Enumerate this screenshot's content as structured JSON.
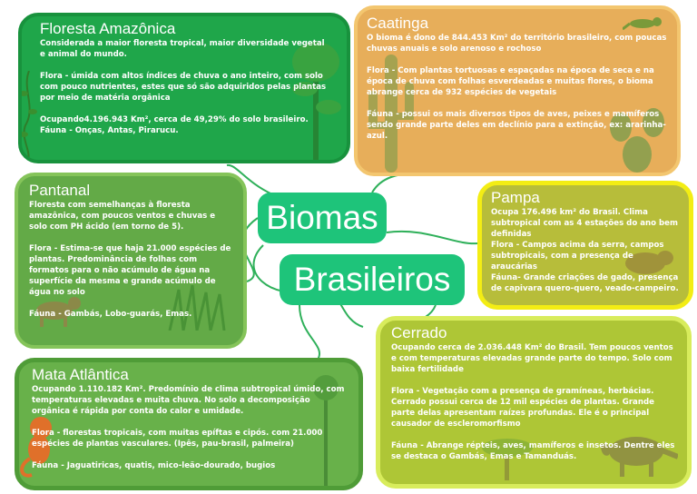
{
  "title": {
    "line1": "Biomas",
    "line2": "Brasileiros"
  },
  "biomes": {
    "amazonia": {
      "name": "Floresta Amazônica",
      "text": "Considerada a maior floresta tropical, maior diversidade vegetal e animal do mundo.\n\nFlora - úmida com altos índices de chuva o ano inteiro, com solo com pouco nutrientes, estes que só são adquiridos pelas plantas por meio de matéria orgânica\n\nOcupando4.196.943 Km², cerca de 49,29% do solo brasileiro. Fáuna - Onças, Antas, Pirarucu."
    },
    "caatinga": {
      "name": "Caatinga",
      "text": "O bioma é dono de 844.453 Km² do território brasileiro, com poucas chuvas anuais e solo arenoso e rochoso\n\nFlora - Com plantas tortuosas e espaçadas na época de seca e na época de chuva com folhas esverdeadas  e muitas flores, o bioma abrange cerca de 932 espécies de vegetais\n\nFáuna - possui os mais diversos tipos de aves, peixes e mamíferos sendo grande parte deles em declínio para a extinção, ex: ararinha-azul."
    },
    "pantanal": {
      "name": "Pantanal",
      "text": "Floresta com semelhanças à floresta amazônica, com poucos ventos e chuvas e solo com PH ácido (em torno de 5).\n\nFlora - Estima-se que haja 21.000 espécies de plantas. Predominância de folhas com formatos para o não acúmulo de água na superfície da mesma e grande acúmulo de água no solo\n\nFáuna - Gambás, Lobo-guarás,  Emas."
    },
    "pampa": {
      "name": "Pampa",
      "text": "Ocupa 176.496 km² do Brasil. Clima subtropical com as 4 estações do ano bem definidas\nFlora - Campos acima da serra, campos subtropicais, com a presença de araucárias\nFáuna- Grande criações de gado, presença de capivara quero-quero, veado-campeiro."
    },
    "cerrado": {
      "name": "Cerrado",
      "text": "Ocupando cerca de 2.036.448 Km² do Brasil. Tem poucos ventos e com temperaturas elevadas grande parte do tempo. Solo com baixa fertilidade\n\nFlora - Vegetação com a presença de gramíneas, herbácias. Cerrado possui cerca de 12 mil espécies de plantas. Grande parte delas apresentam raízes profundas. Ele é o principal causador de escleromorfismo\n\nFáuna - Abrange répteis, aves, mamíferos e insetos. Dentre eles se destaca o Gambás, Emas e Tamanduás."
    },
    "mata": {
      "name": "Mata Atlântica",
      "text": "Ocupando 1.110.182 Km². Predomínio de clima subtropical úmido, com temperaturas elevadas e muita chuva. No solo a decomposição orgânica é rápida por conta do calor e umidade.\n\nFlora - florestas tropicais, com muitas epíftas e cipós. com 21.000 espécies de plantas vasculares. (Ipês, pau-brasil, palmeira)\n\nFáuna - Jaguatiricas, quatis, mico-leão-dourado, bugios"
    }
  },
  "colors": {
    "title_bg": "#1ec47a",
    "connector": "#2fb05a",
    "amazonia": "#1fa64a",
    "caatinga": "#e7ae5a",
    "pantanal": "#63aa47",
    "pampa": "#b7bd3a",
    "pampa_border": "#f3ed14",
    "cerrado": "#aec636",
    "mata": "#68b14a"
  }
}
